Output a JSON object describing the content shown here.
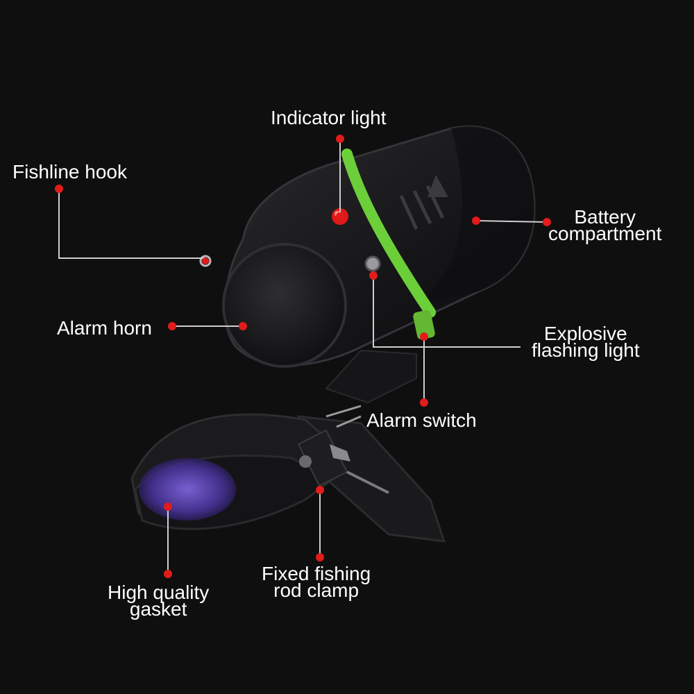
{
  "colors": {
    "background": "#0f0f10",
    "device_body": "#1c1c1e",
    "accent_band": "#6ccf3a",
    "indicator_led": "#e01818",
    "callout_line": "#cfcfcf",
    "callout_dot": "#e21b1b",
    "gasket_tint": "#6a4fc4",
    "label_text": "#ffffff"
  },
  "callouts": {
    "indicator_light": {
      "label": "Indicator light"
    },
    "fishline_hook": {
      "label": "Fishline hook"
    },
    "battery_compartment": {
      "line1": "Battery",
      "line2": "compartment"
    },
    "alarm_horn": {
      "label": "Alarm horn"
    },
    "explosive_flashing_light": {
      "line1": "Explosive",
      "line2": "flashing light"
    },
    "alarm_switch": {
      "label": "Alarm switch"
    },
    "fixed_fishing_rod_clamp": {
      "line1": "Fixed fishing",
      "line2": "rod clamp"
    },
    "high_quality_gasket": {
      "line1": "High quality",
      "line2": "gasket"
    }
  }
}
